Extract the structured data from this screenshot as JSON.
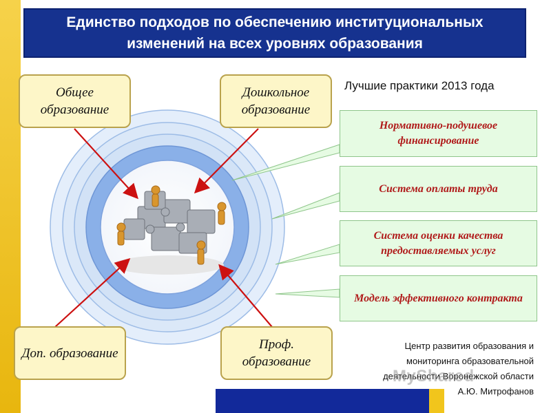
{
  "header": {
    "title": "Единство подходов по обеспечению институциональных изменений на всех уровнях образования"
  },
  "subtitle": "Лучшие практики 2013 года",
  "levels": {
    "general": "Общее образование",
    "preschool": "Дошкольное образование",
    "additional": "Доп. образование",
    "professional": "Проф. образование"
  },
  "practices": [
    "Нормативно-подушевое финансирование",
    "Система оплаты труда",
    "Система оценки качества предоставляемых услуг",
    "Модель эффективного контракта"
  ],
  "footer": {
    "org": "Центр развития образования и мониторинга образовательной деятельности Воронежской области",
    "author": "А.Ю. Митрофанов"
  },
  "watermark": "MyShared",
  "colors": {
    "header_bg": "#16328f",
    "level_box_bg": "#fdf6c8",
    "practice_box_bg": "#e6fbe3",
    "practice_text": "#b01a1a",
    "arrow": "#cc1111",
    "ring_blue": "#8ab0e8"
  }
}
